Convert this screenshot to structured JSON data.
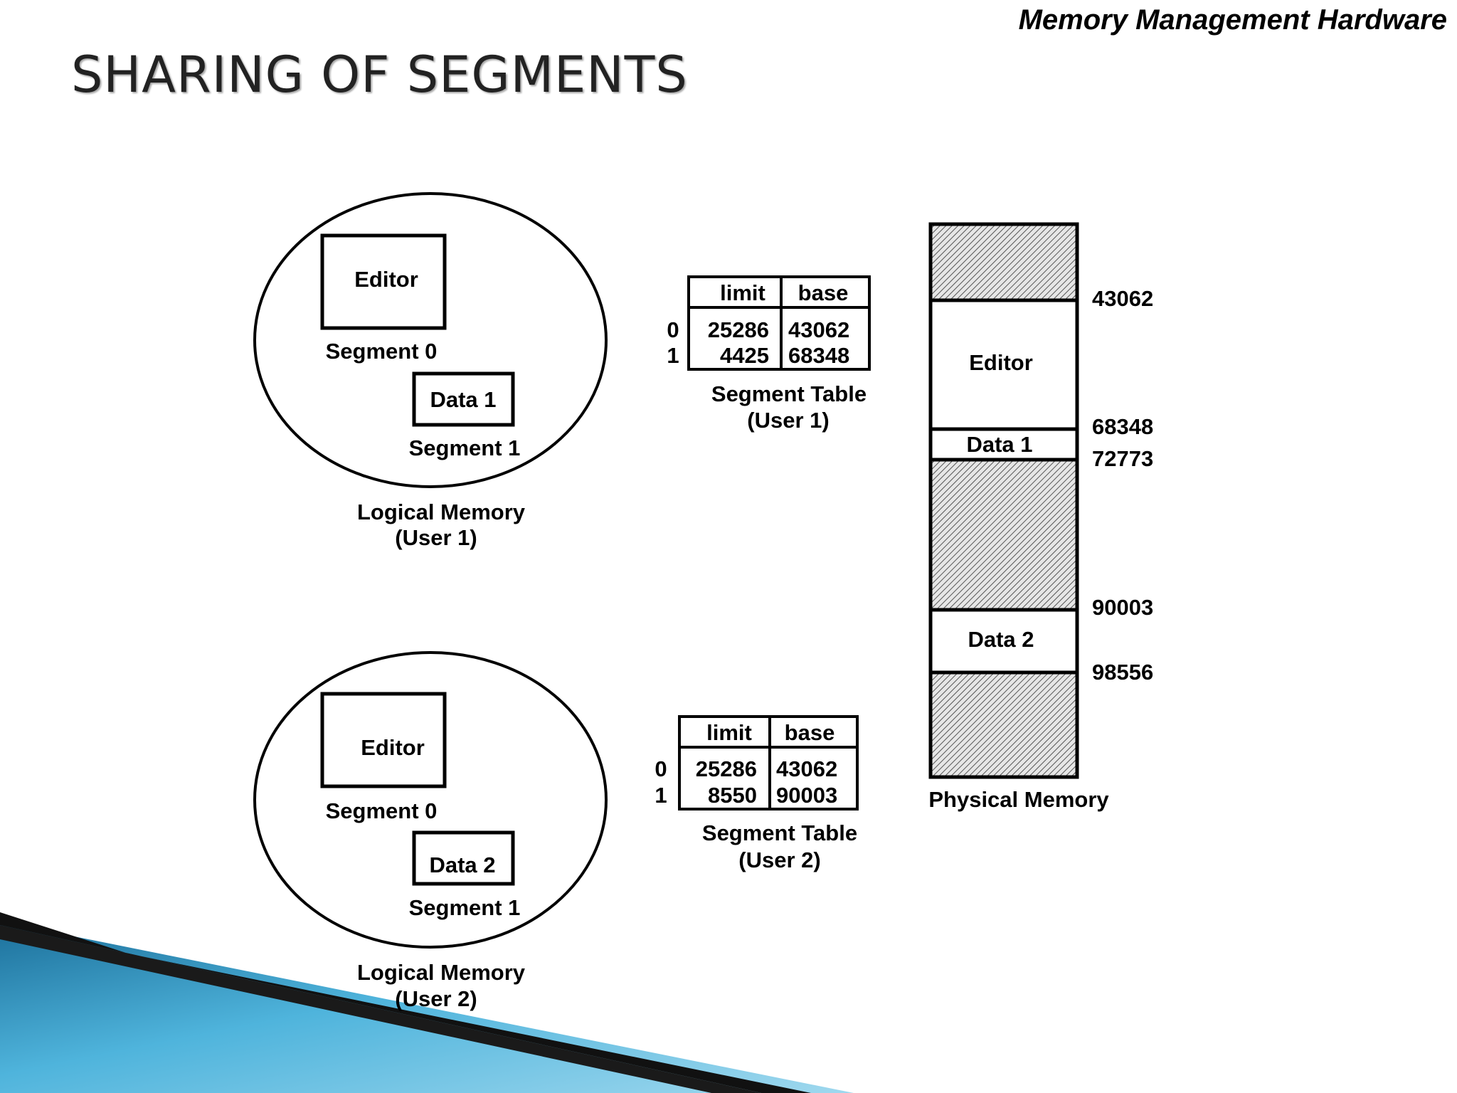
{
  "header": {
    "title": "Memory Management Hardware"
  },
  "slide": {
    "title": "SHARING   OF   SEGMENTS"
  },
  "user1": {
    "logical": {
      "editor_label": "Editor",
      "segment0_label": "Segment 0",
      "data_label": "Data 1",
      "segment1_label": "Segment 1",
      "caption_line1": "Logical Memory",
      "caption_line2": "(User 1)"
    },
    "table": {
      "col_limit": "limit",
      "col_base": "base",
      "rows": [
        {
          "index": "0",
          "limit": "25286",
          "base": "43062"
        },
        {
          "index": "1",
          "limit": "4425",
          "base": "68348"
        }
      ],
      "caption_line1": "Segment Table",
      "caption_line2": "(User 1)"
    }
  },
  "user2": {
    "logical": {
      "editor_label": "Editor",
      "segment0_label": "Segment 0",
      "data_label": "Data 2",
      "segment1_label": "Segment 1",
      "caption_line1": "Logical Memory",
      "caption_line2": "(User 2)"
    },
    "table": {
      "col_limit": "limit",
      "col_base": "base",
      "rows": [
        {
          "index": "0",
          "limit": "25286",
          "base": "43062"
        },
        {
          "index": "1",
          "limit": "8550",
          "base": "90003"
        }
      ],
      "caption_line1": "Segment Table",
      "caption_line2": "(User 2)"
    }
  },
  "physical": {
    "editor_label": "Editor",
    "data1_label": "Data 1",
    "data2_label": "Data 2",
    "addresses": [
      "43062",
      "68348",
      "72773",
      "90003",
      "98556"
    ],
    "caption": "Physical Memory"
  },
  "colors": {
    "accent_blue": "#3aa3cf",
    "dark_band": "#111111",
    "hatch": "#555555"
  }
}
